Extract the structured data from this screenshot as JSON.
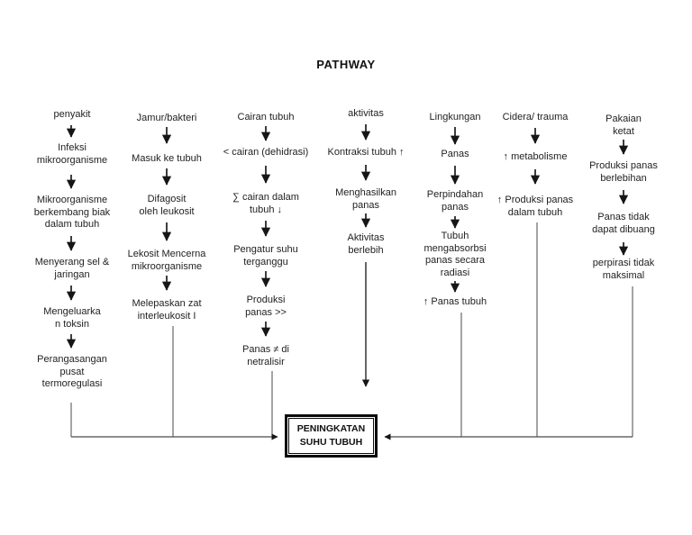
{
  "title": "PATHWAY",
  "colors": {
    "ink": "#1a1a1a",
    "background": "#ffffff"
  },
  "outcome": {
    "text": "PENINGKATAN\nSUHU TUBUH"
  },
  "columns": [
    {
      "name": "penyakit",
      "steps": [
        "penyakit",
        "Infeksi\nmikroorganisme",
        "Mikroorganisme\nberkembang biak\ndalam tubuh",
        "Menyerang sel &\njaringan",
        "Mengeluarka\nn  toksin",
        "Perangasangan\npusat\ntermoregulasi"
      ]
    },
    {
      "name": "jamur-bakteri",
      "steps": [
        "Jamur/bakteri",
        "Masuk ke tubuh",
        "Difagosit\noleh leukosit",
        "Lekosit Mencerna\nmikroorganisme",
        "Melepaskan zat\ninterleukosit I"
      ]
    },
    {
      "name": "cairan-tubuh",
      "steps": [
        "Cairan tubuh",
        "< cairan (dehidrasi)",
        "∑ cairan dalam\ntubuh  ↓",
        "Pengatur suhu\nterganggu",
        "Produksi\npanas >>",
        "Panas ≠ di\nnetralisir"
      ]
    },
    {
      "name": "aktivitas",
      "steps": [
        "aktivitas",
        "Kontraksi tubuh ↑",
        "Menghasilkan\npanas",
        "Aktivitas\nberlebih"
      ]
    },
    {
      "name": "lingkungan",
      "steps": [
        "Lingkungan",
        "Panas",
        "Perpindahan\npanas",
        "Tubuh\nmengabsorbsi\npanas secara\nradiasi",
        "↑  Panas tubuh"
      ]
    },
    {
      "name": "cidera-trauma",
      "steps": [
        "Cidera/ trauma",
        "↑  metabolisme",
        "↑ Produksi  panas\ndalam tubuh"
      ]
    },
    {
      "name": "pakaian-ketat",
      "steps": [
        "Pakaian\nketat",
        "Produksi panas\nberlebihan",
        "Panas tidak\ndapat dibuang",
        "perpirasi tidak\nmaksimal"
      ]
    }
  ]
}
